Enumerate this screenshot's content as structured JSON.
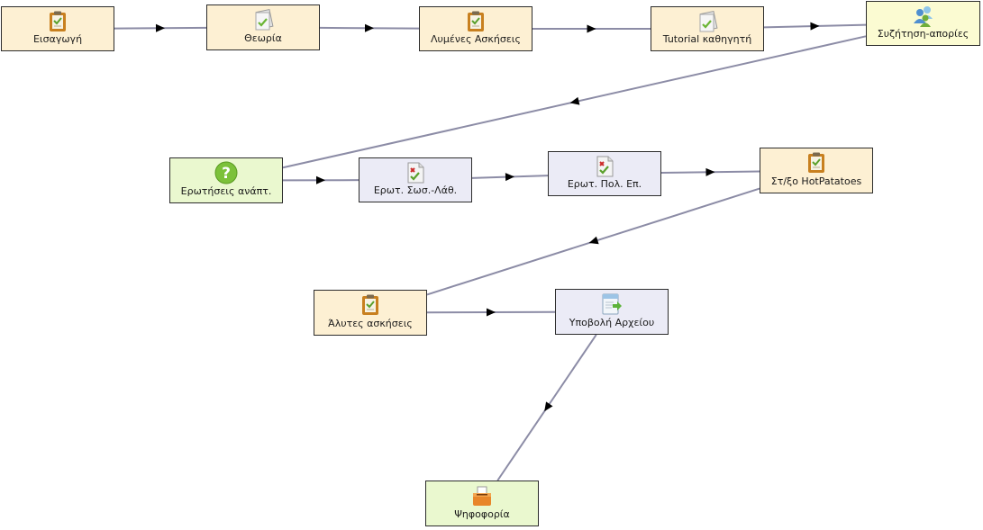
{
  "nodes": [
    {
      "id": "n1",
      "label": "Εισαγωγή",
      "type": "activity",
      "icon": "clipboard-icon"
    },
    {
      "id": "n2",
      "label": "Θεωρία",
      "type": "activity",
      "icon": "resource-check-icon"
    },
    {
      "id": "n3",
      "label": "Λυμένες Ασκήσεις",
      "type": "activity",
      "icon": "clipboard-icon"
    },
    {
      "id": "n4",
      "label": "Tutorial καθηγητή",
      "type": "activity",
      "icon": "resource-check-icon"
    },
    {
      "id": "n5",
      "label": "Συζήτηση-απορίες",
      "type": "forum",
      "icon": "people-icon"
    },
    {
      "id": "n6",
      "label": "Ερωτήσεις ανάπτ.",
      "type": "question",
      "icon": "question-icon"
    },
    {
      "id": "n7",
      "label": "Ερωτ. Σωσ.-Λάθ.",
      "type": "quiz",
      "icon": "quiz-icon"
    },
    {
      "id": "n8",
      "label": "Ερωτ. Πολ. Επ.",
      "type": "quiz",
      "icon": "quiz-icon"
    },
    {
      "id": "n9",
      "label": "Στ/ξο HotPatatoes",
      "type": "activity",
      "icon": "clipboard-icon"
    },
    {
      "id": "n10",
      "label": "Άλυτες ασκήσεις",
      "type": "activity",
      "icon": "clipboard-icon"
    },
    {
      "id": "n11",
      "label": "Υποβολή Αρχείου",
      "type": "quiz",
      "icon": "upload-icon"
    },
    {
      "id": "n12",
      "label": "Ψηφοφορία",
      "type": "vote",
      "icon": "ballot-icon"
    }
  ],
  "edges": [
    {
      "from": "n1",
      "to": "n2"
    },
    {
      "from": "n2",
      "to": "n3"
    },
    {
      "from": "n3",
      "to": "n4"
    },
    {
      "from": "n4",
      "to": "n5"
    },
    {
      "from": "n5",
      "to": "n6"
    },
    {
      "from": "n6",
      "to": "n7"
    },
    {
      "from": "n7",
      "to": "n8"
    },
    {
      "from": "n8",
      "to": "n9"
    },
    {
      "from": "n9",
      "to": "n10"
    },
    {
      "from": "n10",
      "to": "n11"
    },
    {
      "from": "n11",
      "to": "n12"
    }
  ],
  "colors": {
    "edge": "#8c8ca6",
    "arrow": "#000000",
    "activity_fill": "#fdf0d3",
    "forum_fill": "#fbfbd2",
    "question_fill": "#eaf8cf",
    "quiz_fill": "#ebebf6",
    "node_border": "#2c2c2c"
  }
}
